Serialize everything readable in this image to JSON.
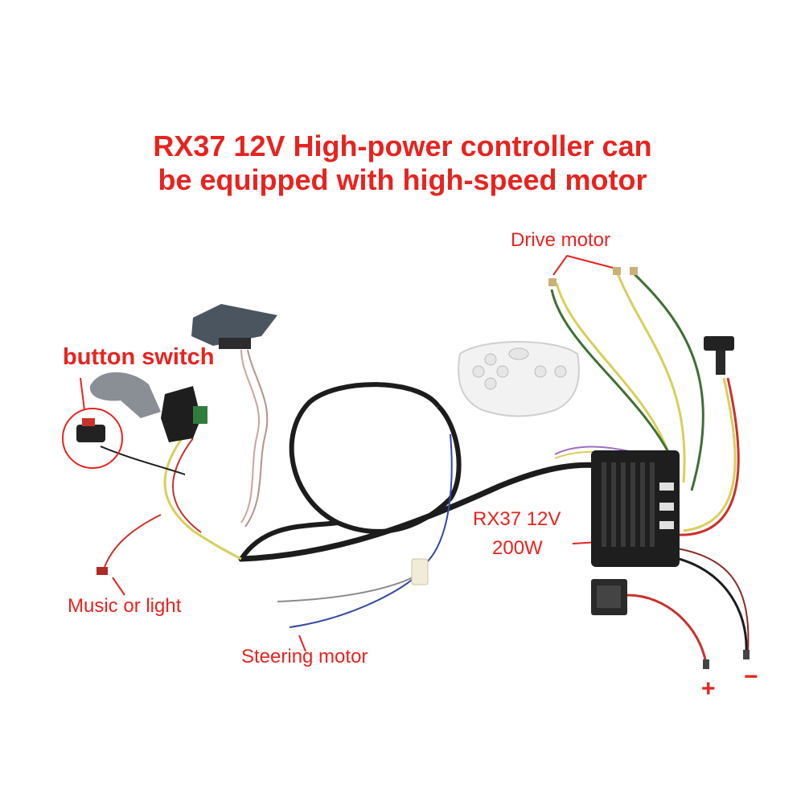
{
  "title": {
    "line1": "RX37 12V High-power controller can",
    "line2": "be equipped with high-speed motor"
  },
  "labels": {
    "drive_motor": "Drive motor",
    "button_switch": "button switch",
    "controller_line1": "RX37 12V",
    "controller_line2": "200W",
    "music_or_light": "Music or light",
    "steering_motor": "Steering motor",
    "plus": "+",
    "minus": "−"
  },
  "colors": {
    "accent": "#e8231f",
    "wire_black": "#1c1c1c",
    "wire_yellow": "#d8cf5a",
    "wire_green": "#3f6f33",
    "wire_red": "#c8322c",
    "wire_pink": "#c9a3a0",
    "wire_blue": "#3348a0"
  },
  "icons": {
    "controller": "controller-box-icon",
    "remote": "remote-control-icon",
    "pedal": "foot-pedal-icon",
    "shifter": "gear-shifter-icon",
    "switch": "button-switch-icon"
  }
}
